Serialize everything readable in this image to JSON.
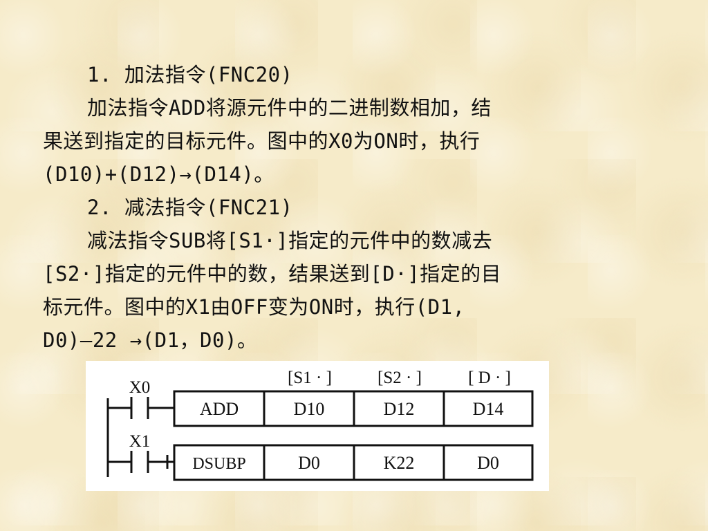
{
  "paragraphs": [
    {
      "id": "h1",
      "indent": true,
      "text": "1. 加法指令(FNC20)"
    },
    {
      "id": "p1l1",
      "indent": true,
      "text": "加法指令ADD将源元件中的二进制数相加，结"
    },
    {
      "id": "p1l2",
      "indent": false,
      "text": "果送到指定的目标元件。图中的X0为ON时，执行"
    },
    {
      "id": "p1l3",
      "indent": false,
      "text": "(D10)+(D12)→(D14)。"
    },
    {
      "id": "h2",
      "indent": true,
      "text": "2. 减法指令(FNC21)"
    },
    {
      "id": "p2l1",
      "indent": true,
      "text": "减法指令SUB将[S1·]指定的元件中的数减去"
    },
    {
      "id": "p2l2",
      "indent": false,
      "text": "[S2·]指定的元件中的数，结果送到[D·]指定的目"
    },
    {
      "id": "p2l3",
      "indent": false,
      "text": "标元件。图中的X1由OFF变为ON时，执行(D1,"
    },
    {
      "id": "p2l4",
      "indent": false,
      "text": "D0)—22 →(D1，D0)。"
    }
  ],
  "ladder": {
    "headers": [
      "[S1 · ]",
      "[S2 · ]",
      "[ D · ]"
    ],
    "rungs": [
      {
        "contact": "X0",
        "cells": [
          "ADD",
          "D10",
          "D12",
          "D14"
        ]
      },
      {
        "contact": "X1",
        "cells": [
          "DSUBP",
          "D0",
          "K22",
          "D0"
        ]
      }
    ]
  }
}
